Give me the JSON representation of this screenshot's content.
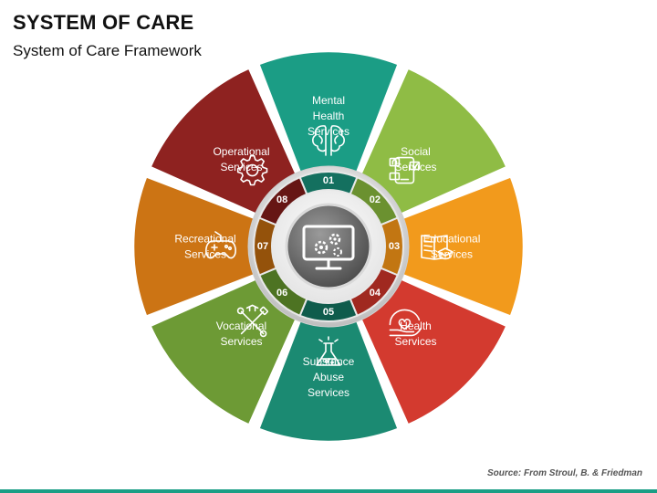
{
  "title": "SYSTEM OF CARE",
  "subtitle": "System of Care Framework",
  "source": "Source: From Stroul, B. & Friedman",
  "center_icon": "monitor-gears-icon",
  "segments": [
    {
      "number": "01",
      "lines": [
        "Mental",
        "Health",
        "Services"
      ],
      "icon": "brain-icon",
      "color": "#1b9d85",
      "dark": "#14705f"
    },
    {
      "number": "02",
      "lines": [
        "Social",
        "Services"
      ],
      "icon": "social-media-icon",
      "color": "#8fbc45",
      "dark": "#6b9130"
    },
    {
      "number": "03",
      "lines": [
        "Educational",
        "Services"
      ],
      "icon": "book-graduation-icon",
      "color": "#f29a1c",
      "dark": "#c27612"
    },
    {
      "number": "04",
      "lines": [
        "Health",
        "Services"
      ],
      "icon": "hand-heart-icon",
      "color": "#d33a2f",
      "dark": "#a02920"
    },
    {
      "number": "05",
      "lines": [
        "Substance",
        "Abuse",
        "Services"
      ],
      "icon": "flask-icon",
      "color": "#1b8a72",
      "dark": "#0f5c4c"
    },
    {
      "number": "06",
      "lines": [
        "Vocational",
        "Services"
      ],
      "icon": "tools-icon",
      "color": "#6d9a35",
      "dark": "#4d7322"
    },
    {
      "number": "07",
      "lines": [
        "Recreational",
        "Services"
      ],
      "icon": "gamepad-icon",
      "color": "#cc7414",
      "dark": "#94520b"
    },
    {
      "number": "08",
      "lines": [
        "Operational",
        "Services"
      ],
      "icon": "gear-icon",
      "color": "#8e2220",
      "dark": "#661614"
    }
  ]
}
